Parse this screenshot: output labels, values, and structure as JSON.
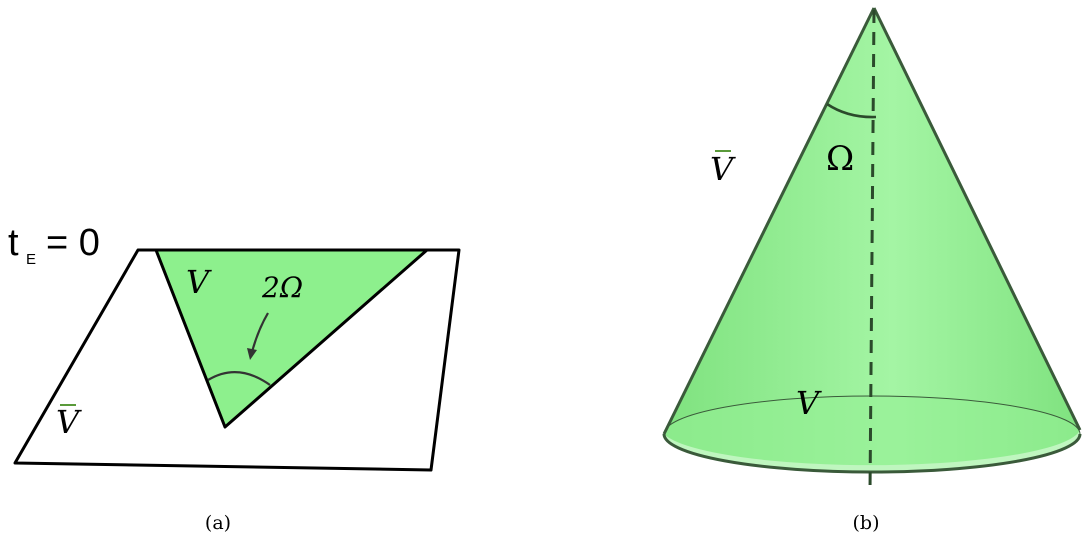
{
  "panel_a": {
    "caption": "(a)",
    "time_label": "t",
    "time_subscript": "E",
    "time_value": "= 0",
    "region_inside": "V",
    "region_outside": "V",
    "angle_label": "2Ω"
  },
  "panel_b": {
    "caption": "(b)",
    "region_outside": "V",
    "region_inside": "V",
    "angle_label": "Ω"
  },
  "colors": {
    "fill_green": "#8df08d",
    "stroke": "#1a1a1a",
    "bar_green": "#5a9a3a"
  }
}
